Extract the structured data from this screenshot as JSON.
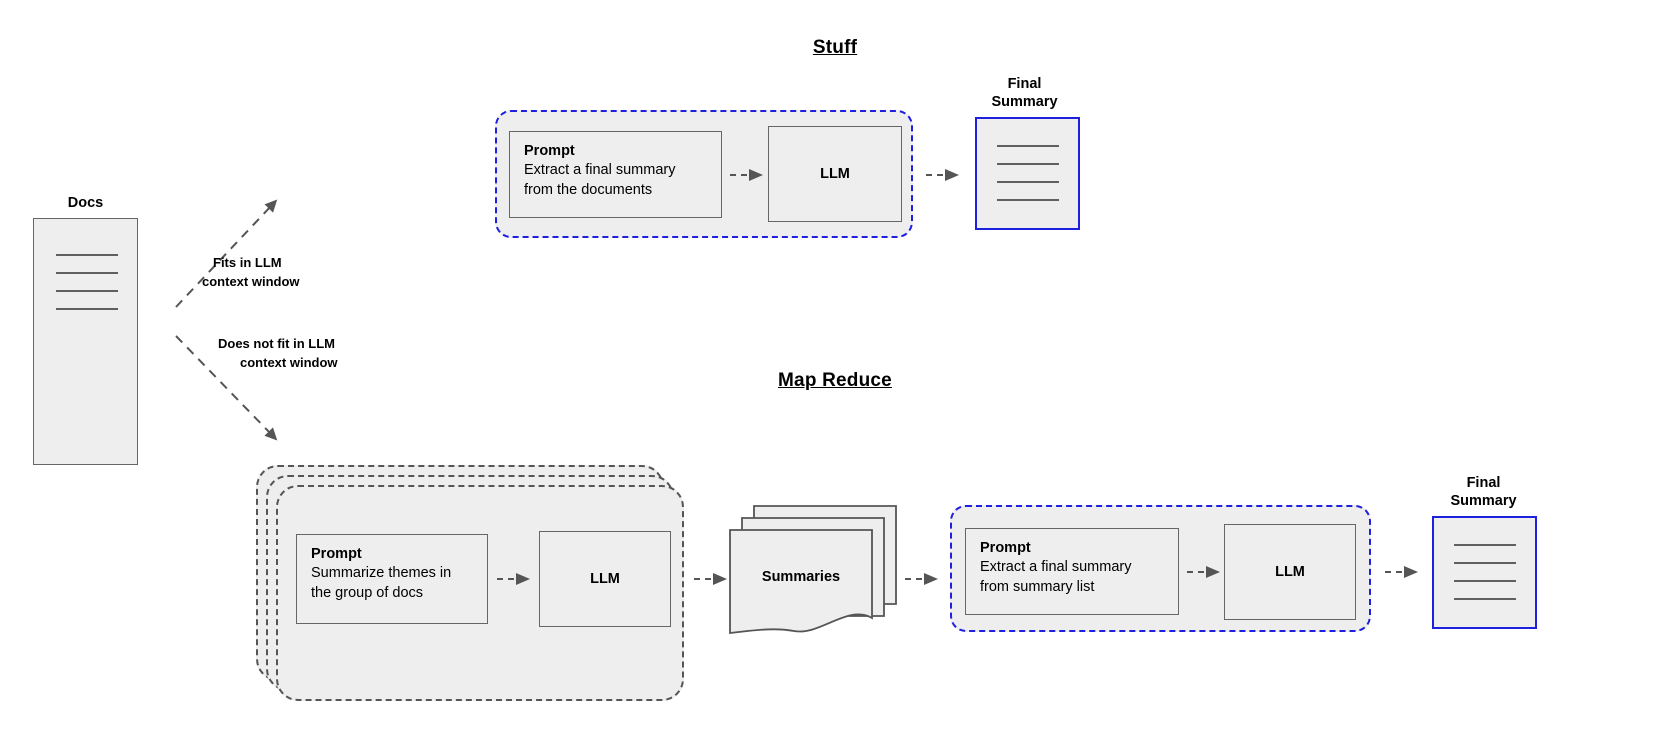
{
  "diagram": {
    "title_stuff": "Stuff",
    "title_map_reduce": "Map Reduce"
  },
  "docs": {
    "label": "Docs",
    "line_count": 4
  },
  "edges": {
    "fits_line1": "Fits in LLM",
    "fits_line2": "context window",
    "not_fits_line1": "Does not fit in LLM",
    "not_fits_line2": "context window"
  },
  "stuff": {
    "prompt": {
      "title": "Prompt",
      "line1": "Extract a final summary",
      "line2": "from the documents"
    },
    "llm": "LLM",
    "final_summary_line1": "Final",
    "final_summary_line2": "Summary",
    "final_summary_lines": 4
  },
  "map_reduce": {
    "map_prompt": {
      "title": "Prompt",
      "line1": "Summarize themes in",
      "line2": "the group of docs"
    },
    "map_llm": "LLM",
    "summaries": "Summaries",
    "reduce_prompt": {
      "title": "Prompt",
      "line1": "Extract a final summary",
      "line2": "from summary list"
    },
    "reduce_llm": "LLM",
    "final_summary_line1": "Final",
    "final_summary_line2": "Summary",
    "final_summary_lines": 4
  },
  "colors": {
    "blue_accent": "#1f1fe0",
    "gray_stroke": "#666666",
    "fill": "#eeeeee",
    "arrow": "#555555"
  }
}
